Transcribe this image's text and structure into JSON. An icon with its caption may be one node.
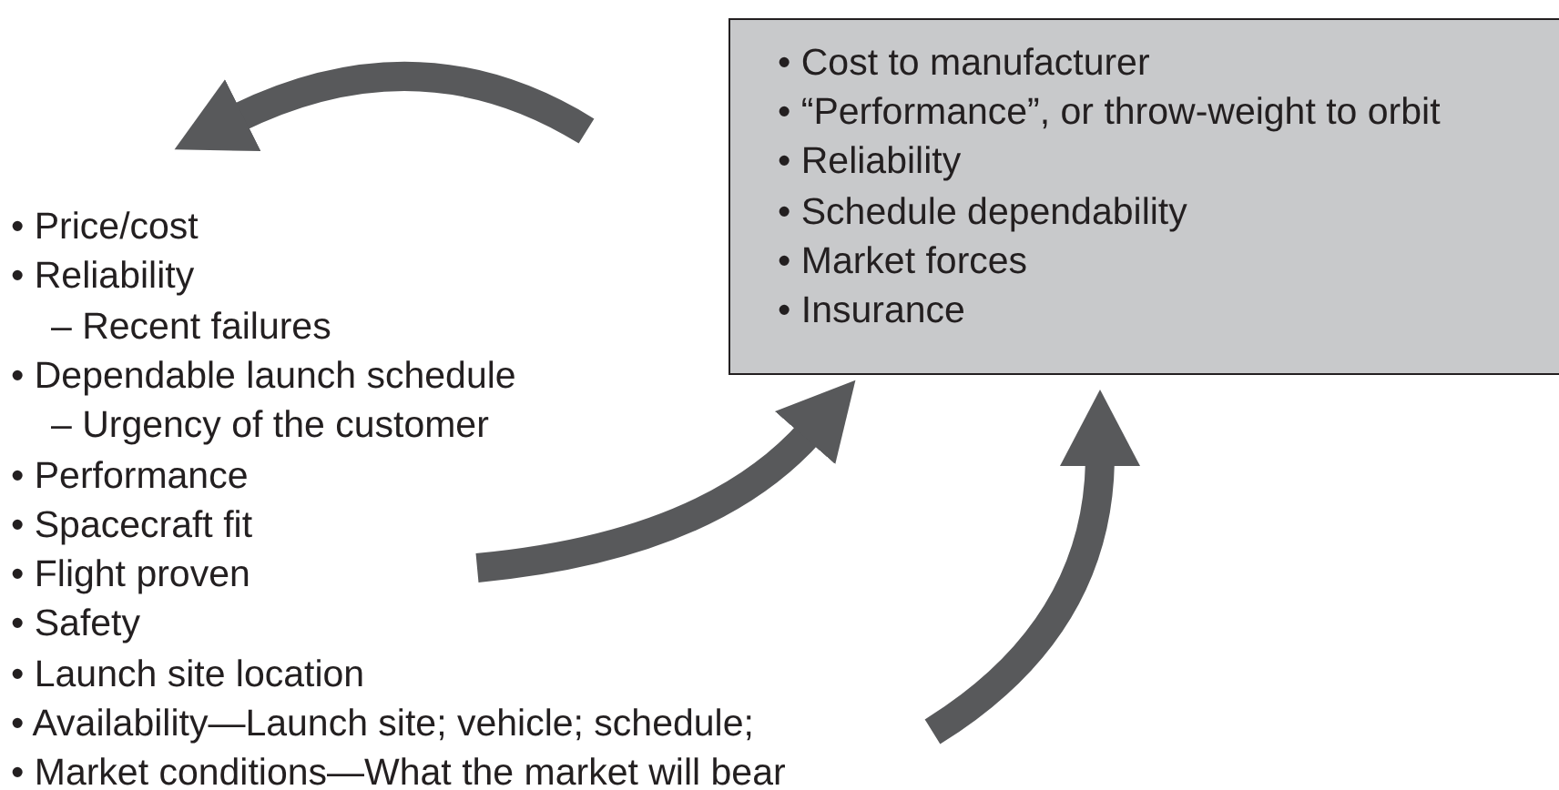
{
  "diagram": {
    "nodes": [
      {
        "text": [
          "• Cost to manufacturer",
          "• “Performance”, or throw-weight to orbit",
          "• Reliability",
          "• Schedule dependability",
          "• Market forces",
          "• Insurance"
        ]
      },
      {
        "text": [
          "• Price/cost",
          "• Reliability",
          "– Recent failures",
          "• Dependable launch schedule",
          "– Urgency of the customer",
          "• Performance",
          "• Spacecraft fit",
          "• Flight proven",
          "• Safety",
          "• Launch site location",
          "• Availability—Launch site; vehicle; schedule;",
          "• Market conditions—What the market will bear"
        ]
      }
    ],
    "edges": [
      {
        "from": null,
        "to": 1,
        "arrow": "to"
      },
      {
        "from": 1,
        "to": 0,
        "arrow": "to"
      },
      {
        "from": null,
        "to": 0,
        "arrow": "to"
      }
    ]
  }
}
